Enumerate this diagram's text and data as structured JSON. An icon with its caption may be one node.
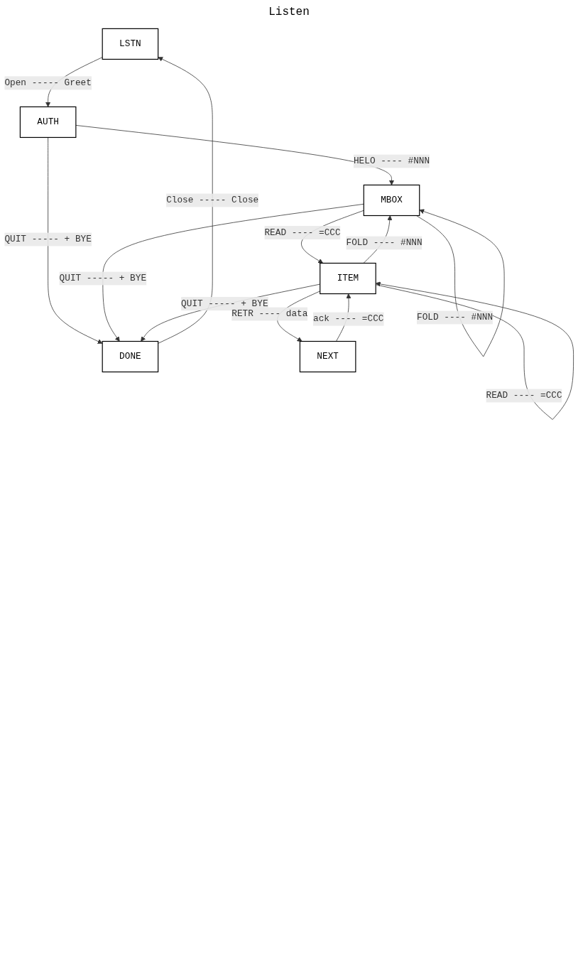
{
  "diagram": {
    "nodes": [
      {
        "text": [
          "LSTN"
        ]
      },
      {
        "text": [
          "DONE"
        ]
      },
      {
        "text": [
          "AUTH"
        ]
      },
      {
        "text": [
          "MBOX"
        ]
      },
      {
        "text": [
          "ITEM"
        ]
      },
      {
        "text": [
          "NEXT"
        ]
      }
    ],
    "edges": [
      {
        "from": 1,
        "to": 0,
        "arrow": "to",
        "label": "Close ----- Close"
      },
      {
        "from": 0,
        "to": 2,
        "arrow": "to",
        "label": "Open ----- Greet"
      },
      {
        "from": 2,
        "to": 1,
        "arrow": "to",
        "label": "QUIT ----- + BYE"
      },
      {
        "from": 2,
        "to": 3,
        "arrow": "to",
        "label": "HELO ---- #NNN"
      },
      {
        "from": 3,
        "to": 1,
        "arrow": "to",
        "label": "QUIT ----- + BYE"
      },
      {
        "from": 3,
        "to": 3,
        "arrow": "to",
        "label": "FOLD ---- #NNN"
      },
      {
        "from": 3,
        "to": 4,
        "arrow": "to",
        "label": "READ ---- =CCC"
      },
      {
        "from": 4,
        "to": 3,
        "arrow": "to",
        "label": "FOLD ---- #NNN"
      },
      {
        "from": 4,
        "to": 1,
        "arrow": "to",
        "label": "QUIT ----- + BYE"
      },
      {
        "from": 4,
        "to": 4,
        "arrow": "to",
        "label": "READ ---- =CCC"
      },
      {
        "from": 4,
        "to": 5,
        "arrow": "to",
        "label": "RETR ---- data"
      },
      {
        "from": 5,
        "to": 4,
        "arrow": "to",
        "label": "ack ---- =CCC"
      }
    ],
    "labels": [
      "Listen"
    ]
  }
}
